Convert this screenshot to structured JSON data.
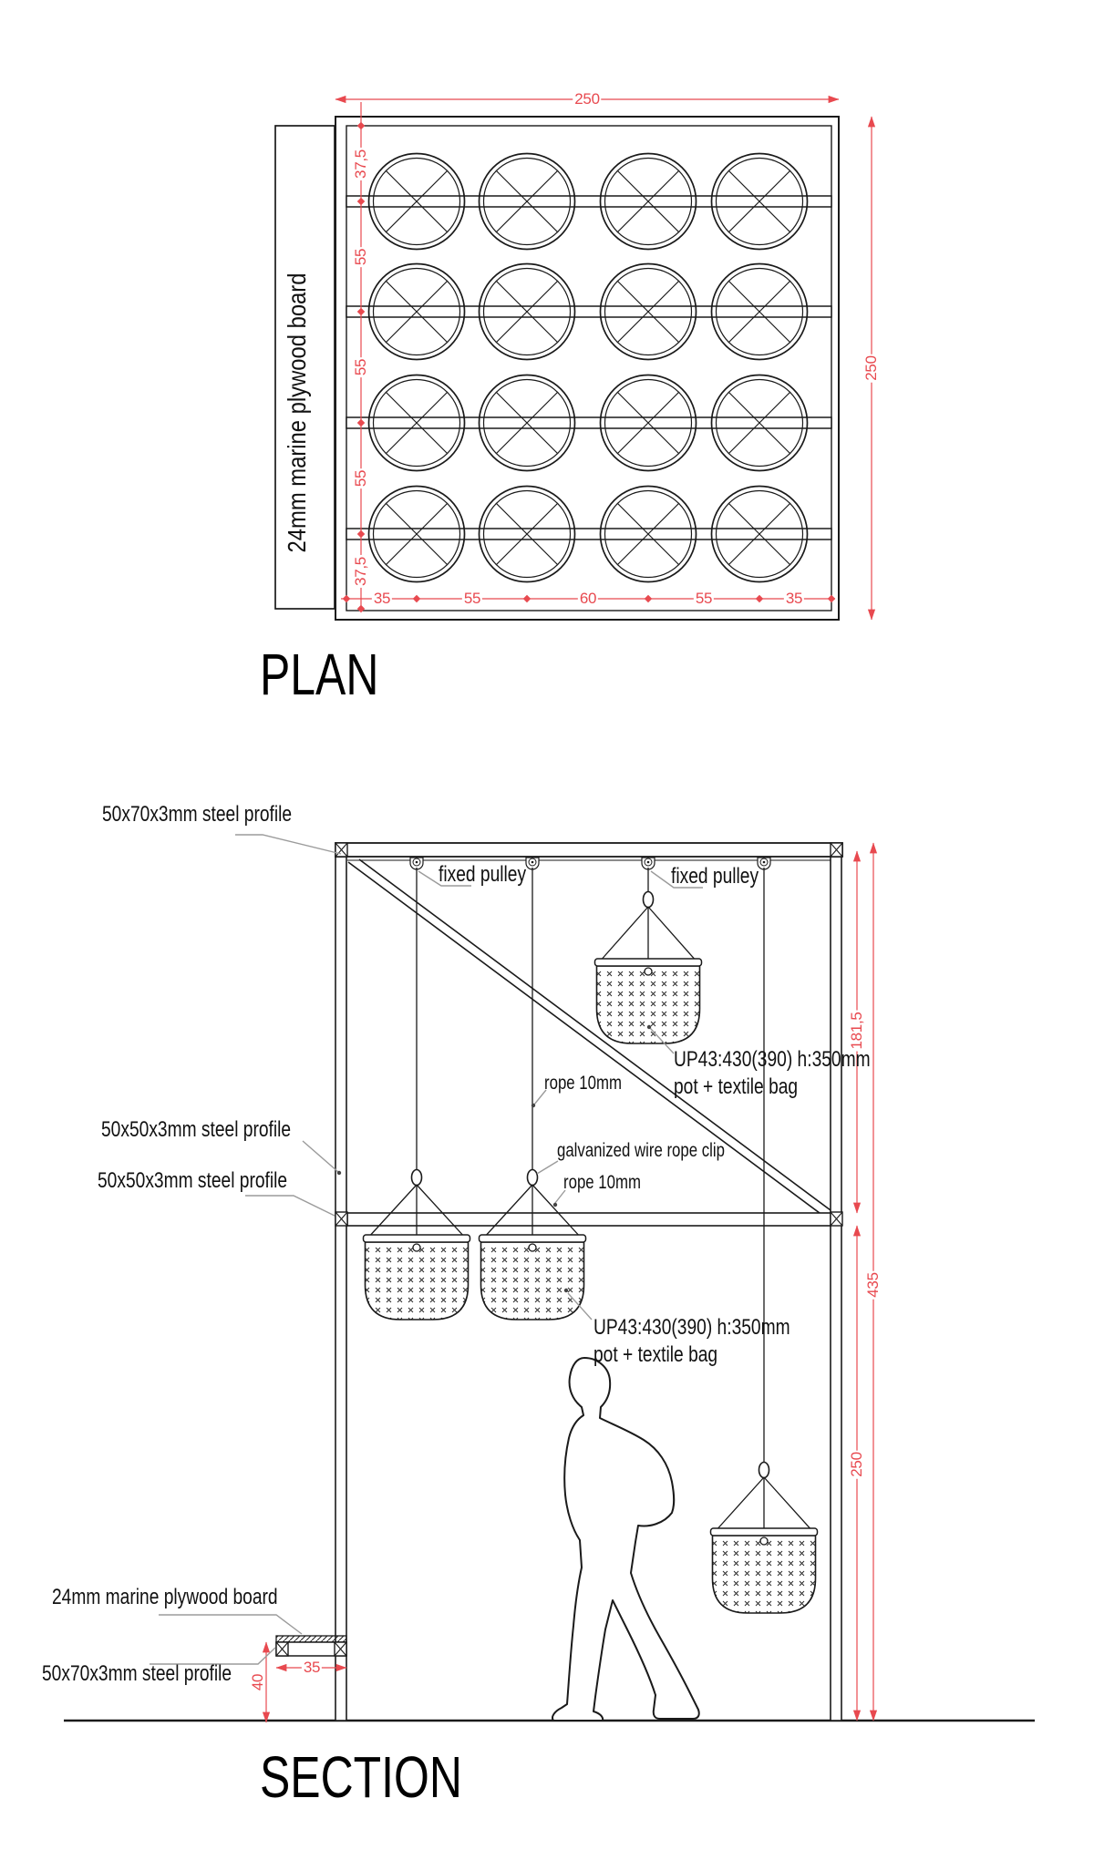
{
  "titles": {
    "plan": "PLAN",
    "section": "SECTION"
  },
  "colors": {
    "dimension": "#e8494f",
    "line": "#1a1a1a",
    "leader": "#9b9b9b"
  },
  "plan": {
    "board_label": "24mm marine plywood board",
    "dim_top": "250",
    "dim_right": "250",
    "dims_left": [
      "37,5",
      "55",
      "55",
      "55",
      "37,5"
    ],
    "dims_bottom": [
      "35",
      "55",
      "60",
      "55",
      "35"
    ]
  },
  "section": {
    "labels": {
      "steel_top": "50x70x3mm steel profile",
      "fixed_pulley_1": "fixed pulley",
      "fixed_pulley_2": "fixed pulley",
      "rope_1": "rope 10mm",
      "clip": "galvanized wire rope clip",
      "rope_2": "rope 10mm",
      "steel_mid_1": "50x50x3mm steel profile",
      "steel_mid_2": "50x50x3mm steel profile",
      "pot_a_line1": "UP43:430(390) h:350mm",
      "pot_a_line2": "pot + textile bag",
      "pot_b_line1": "UP43:430(390) h:350mm",
      "pot_b_line2": "pot + textile bag",
      "plywood_bottom": "24mm marine plywood board",
      "steel_bottom": "50x70x3mm steel profile"
    },
    "dims": {
      "upper_bay": "181,5",
      "overall": "435",
      "lower_bay": "250",
      "bench_height": "40",
      "bench_width": "35"
    }
  }
}
